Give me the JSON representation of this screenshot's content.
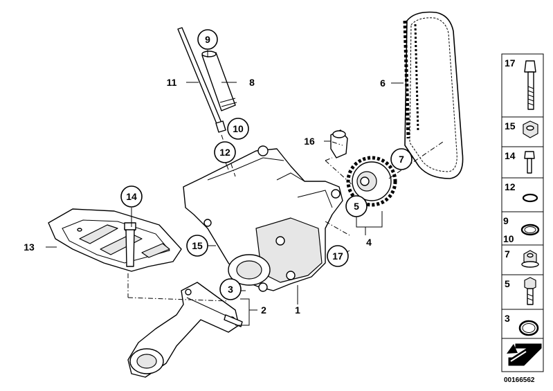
{
  "diagram": {
    "reference_number": "00166562",
    "callouts": [
      {
        "id": "c9",
        "label": "9",
        "circled": true
      },
      {
        "id": "c11",
        "label": "11",
        "circled": false
      },
      {
        "id": "c8",
        "label": "8",
        "circled": false
      },
      {
        "id": "c10",
        "label": "10",
        "circled": true
      },
      {
        "id": "c12",
        "label": "12",
        "circled": true
      },
      {
        "id": "c16",
        "label": "16",
        "circled": false
      },
      {
        "id": "c6",
        "label": "6",
        "circled": false
      },
      {
        "id": "c7",
        "label": "7",
        "circled": true
      },
      {
        "id": "c5",
        "label": "5",
        "circled": true
      },
      {
        "id": "c4",
        "label": "4",
        "circled": false
      },
      {
        "id": "c14",
        "label": "14",
        "circled": true
      },
      {
        "id": "c13",
        "label": "13",
        "circled": false
      },
      {
        "id": "c15",
        "label": "15",
        "circled": true
      },
      {
        "id": "c17",
        "label": "17",
        "circled": true
      },
      {
        "id": "c3",
        "label": "3",
        "circled": true
      },
      {
        "id": "c2",
        "label": "2",
        "circled": false
      },
      {
        "id": "c1",
        "label": "1",
        "circled": false
      }
    ],
    "legend": [
      {
        "label": "17",
        "icon": "long-hex-bolt-icon"
      },
      {
        "label": "15",
        "icon": "hex-nut-icon"
      },
      {
        "label": "14",
        "icon": "short-bolt-icon"
      },
      {
        "label": "12",
        "icon": "o-ring-icon"
      },
      {
        "label": "9",
        "label2": "10",
        "icon": "sealing-ring-icon"
      },
      {
        "label": "7",
        "icon": "flange-nut-icon"
      },
      {
        "label": "5",
        "icon": "hex-bolt-icon"
      },
      {
        "label": "3",
        "icon": "gasket-ring-icon"
      }
    ]
  }
}
